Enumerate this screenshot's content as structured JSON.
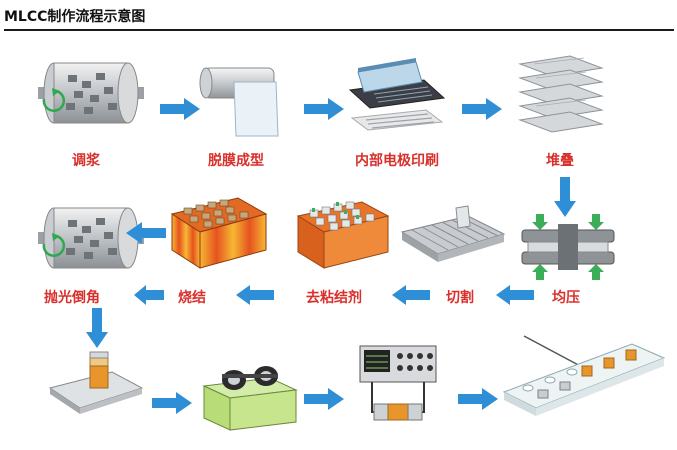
{
  "header": {
    "title": "MLCC制作流程示意图"
  },
  "steps": {
    "s1": "调浆",
    "s2": "脱膜成型",
    "s3": "内部电极印刷",
    "s4": "堆叠",
    "s5": "均压",
    "s6": "切割",
    "s7": "去粘结剂",
    "s8": "烧结",
    "s9": "抛光倒角"
  },
  "colors": {
    "label": "#d9302c",
    "arrow": "#2f8fd6",
    "ceramic": "#e8742a"
  }
}
